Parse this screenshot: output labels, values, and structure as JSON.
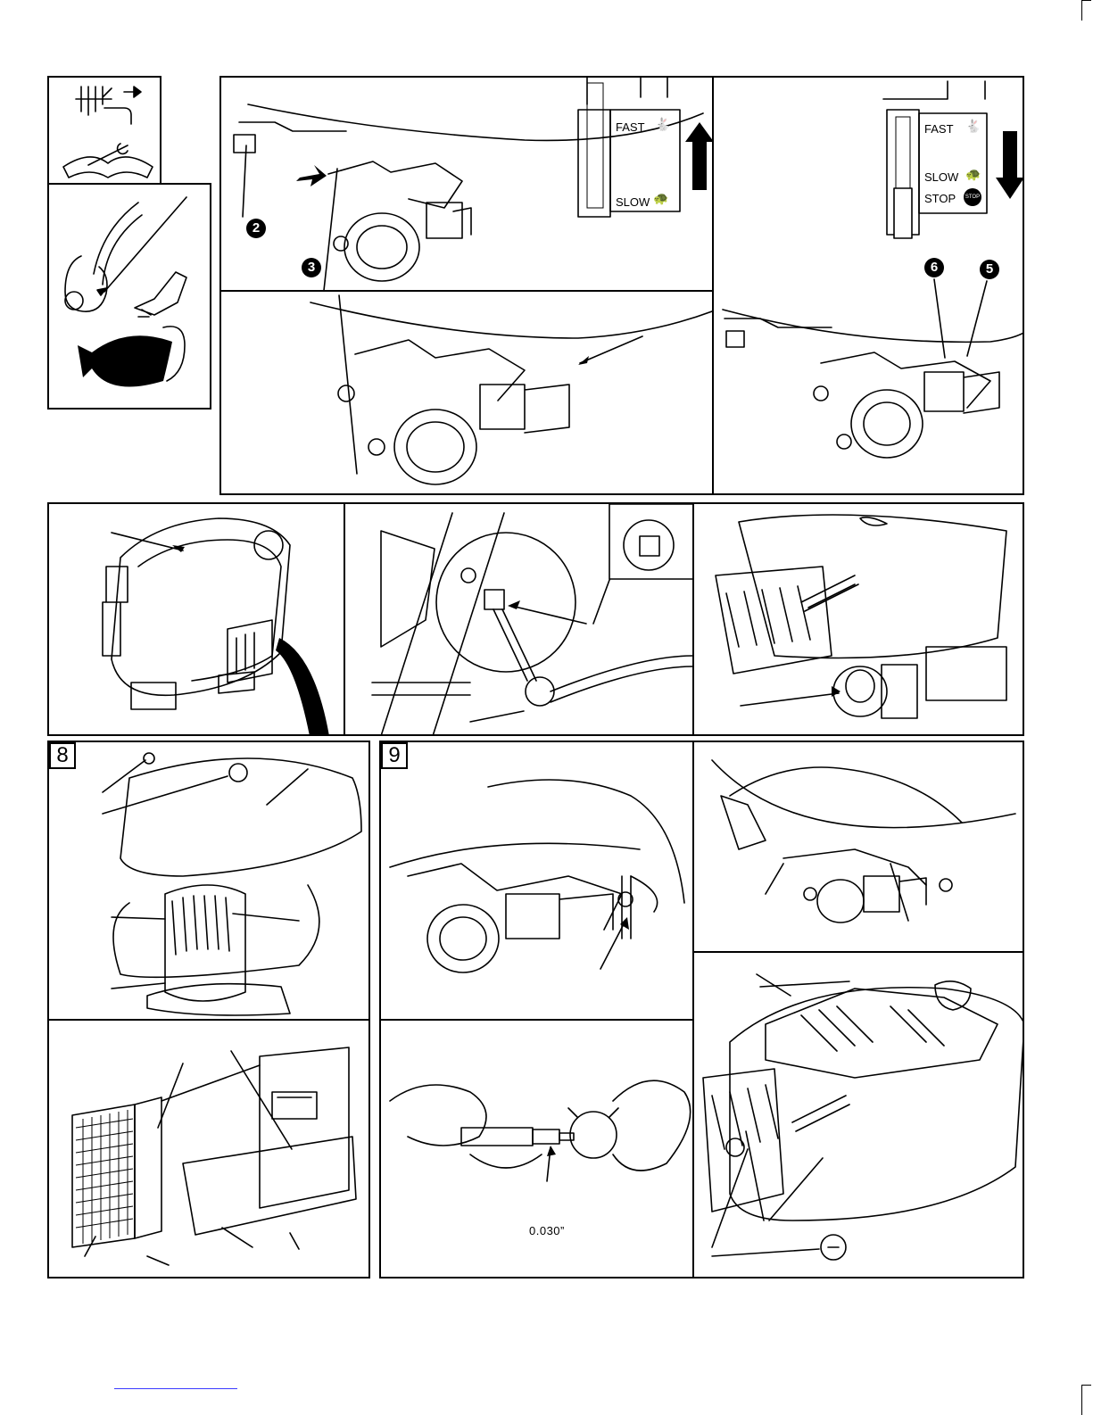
{
  "controls": {
    "panel_a": {
      "fast": "FAST",
      "slow": "SLOW"
    },
    "panel_b": {
      "fast": "FAST",
      "slow": "SLOW",
      "stop": "STOP",
      "stop_sign": "STOP"
    }
  },
  "callouts": {
    "c2": "2",
    "c3": "3",
    "c5": "5",
    "c6": "6"
  },
  "figures": {
    "fig8": "8",
    "fig9": "9"
  },
  "spark_plug": {
    "gap": "0.030”"
  },
  "colors": {
    "ink": "#000000",
    "paper": "#ffffff",
    "bottom_rule": "#3b3bff"
  }
}
